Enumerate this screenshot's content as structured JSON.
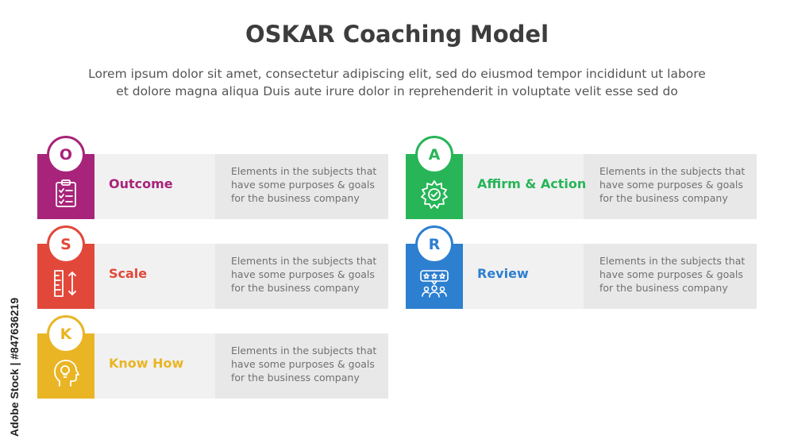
{
  "title": "OSKAR Coaching Model",
  "subtitle_line1": "Lorem ipsum dolor sit amet, consectetur adipiscing elit, sed do eiusmod tempor incididunt ut labore",
  "subtitle_line2": "et dolore magna aliqua Duis aute irure dolor in reprehenderit in voluptate velit esse sed do",
  "items": [
    {
      "letter": "O",
      "label": "Outcome",
      "desc": [
        "Elements in the subjects that",
        "have  some purposes & goals",
        "for the  business company"
      ],
      "color": "#a8237a",
      "icon": "clipboard-checklist-icon"
    },
    {
      "letter": "S",
      "label": "Scale",
      "desc": [
        "Elements in the subjects that",
        "have  some purposes & goals",
        "for the  business company"
      ],
      "color": "#e2483a",
      "icon": "ruler-scale-icon"
    },
    {
      "letter": "K",
      "label": "Know How",
      "desc": [
        "Elements in the subjects that",
        "have  some purposes & goals",
        "for the  business company"
      ],
      "color": "#e9b524",
      "icon": "head-lightbulb-icon"
    },
    {
      "letter": "A",
      "label": "Affirm & Action",
      "desc": [
        "Elements in the subjects that",
        "have  some purposes & goals",
        "for the  business company"
      ],
      "color": "#27b558",
      "icon": "badge-check-icon"
    },
    {
      "letter": "R",
      "label": "Review",
      "desc": [
        "Elements in the subjects that",
        "have  some purposes & goals",
        "for the  business company"
      ],
      "color": "#2d7fd0",
      "icon": "review-stars-people-icon"
    }
  ],
  "watermark": "Adobe Stock | #847636219"
}
